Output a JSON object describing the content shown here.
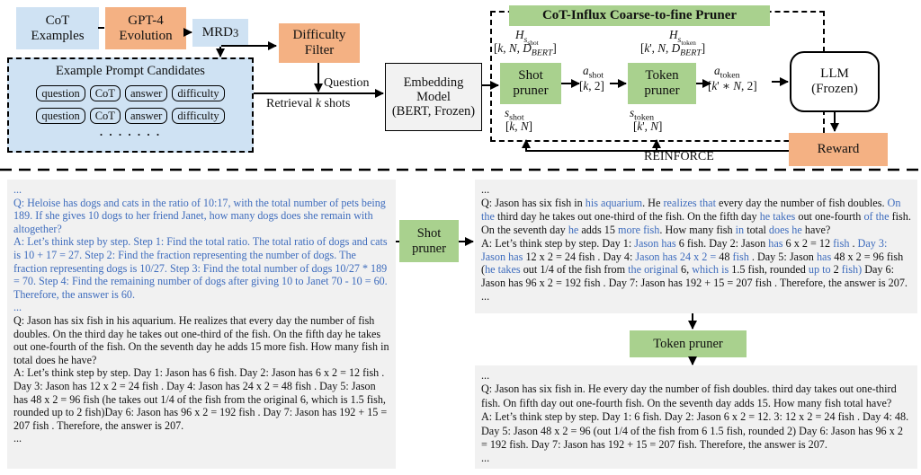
{
  "colors": {
    "blue_box": "#cfe2f3",
    "orange_box": "#f4b183",
    "green_box": "#a9d18e",
    "gray_block": "#f1f1f1",
    "blue_text": "#3e6cbd"
  },
  "top": {
    "cot_examples": "CoT\nExamples",
    "gpt4_evolution": "GPT-4\nEvolution",
    "mrd": "MRD^{3}",
    "candidates_title": "Example Prompt Candidates",
    "candidate_fields": [
      "question",
      "CoT",
      "answer",
      "difficulty"
    ],
    "candidates_dots": ". . . . . . .",
    "difficulty_filter": "Difficulty\nFilter",
    "question_label": "Question",
    "retrieval_label": "Retrieval *k* shots",
    "embedding_model": "Embedding\nModel\n(BERT, Frozen)",
    "pruner_title": "CoT-Influx Coarse-to-fine Pruner",
    "shot_pruner": "Shot\npruner",
    "token_pruner": "Token\npruner",
    "h_shot": "*H*_{*s*_{shot}}",
    "h_shot_dims": "[*k*, *N*, *D*_{*BERT*}]",
    "a_shot": "*a*_{shot}",
    "a_shot_dims": "[*k*, 2]",
    "s_shot": "*s*_{shot}",
    "s_shot_dims": "[*k*, *N*]",
    "h_token": "*H*_{*s*_{token}}",
    "h_token_dims": "[*k*', *N*, *D*_{*BERT*}]",
    "a_token": "*a*_{token}",
    "a_token_dims": "[*k*' ∗ *N*, 2]",
    "s_token": "*s*_{token}",
    "s_token_dims": "[*k*', *N*]",
    "llm": "LLM\n(Frozen)",
    "reward": "Reward",
    "reinforce": "REINFORCE"
  },
  "bottom": {
    "shot_pruner": "Shot\npruner",
    "token_pruner": "Token pruner",
    "left_block": [
      [
        {
          "t": "...",
          "c": "b"
        }
      ],
      [
        {
          "t": "Q: Heloise has dogs and cats in the ratio of 10:17, with the total number of pets being 189. If she gives 10 dogs to her friend Janet, how many dogs does she remain with altogether?",
          "c": "b"
        }
      ],
      [
        {
          "t": "A: Let’s think step by step. Step 1: Find the total ratio. The total ratio of dogs and cats is 10 + 17 = 27. Step 2: Find the fraction representing the number of dogs. The fraction representing dogs is 10/27. Step 3: Find the total number of dogs 10/27 * 189 = 70. Step 4: Find the remaining number of dogs after giving 10 to Janet 70 - 10 = 60. Therefore, the answer is 60.",
          "c": "b"
        }
      ],
      [
        {
          "t": "...",
          "c": "b"
        }
      ],
      [
        {
          "t": "Q: Jason has six fish in his aquarium. He realizes that every day the number of fish doubles. On the third day he takes out one-third of the fish. On the fifth day he takes out one-fourth of the fish. On the seventh day he adds 15 more fish. How many fish in total does he have?",
          "c": "k"
        }
      ],
      [
        {
          "t": "A: Let’s think step by step. Day 1: Jason has 6 fish. Day 2: Jason has 6 x 2 = 12 fish . Day 3: Jason has 12 x 2 = 24 fish . Day 4: Jason has 24 x 2 = 48 fish . Day 5: Jason has 48 x 2 = 96 fish (he takes out 1/4 of the fish from the original 6, which is 1.5 fish, rounded up to 2 fish)Day 6: Jason has 96 x 2 = 192 fish . Day 7: Jason has 192 + 15 = 207 fish . Therefore, the answer is 207.",
          "c": "k"
        }
      ],
      [
        {
          "t": "...",
          "c": "k"
        }
      ]
    ],
    "right_top_block": [
      [
        {
          "t": "...",
          "c": "k"
        }
      ],
      [
        {
          "t": "Q: Jason has six fish in ",
          "c": "k"
        },
        {
          "t": "his aquarium",
          "c": "b"
        },
        {
          "t": ". He ",
          "c": "k"
        },
        {
          "t": "realizes that",
          "c": "b"
        },
        {
          "t": " every day the number of fish doubles. ",
          "c": "k"
        },
        {
          "t": "On the",
          "c": "b"
        },
        {
          "t": " third day he takes out one-third of the fish. On the fifth day ",
          "c": "k"
        },
        {
          "t": "he takes",
          "c": "b"
        },
        {
          "t": " out one-fourth ",
          "c": "k"
        },
        {
          "t": "of the",
          "c": "b"
        },
        {
          "t": " fish. On the seventh day ",
          "c": "k"
        },
        {
          "t": "he",
          "c": "b"
        },
        {
          "t": " adds 15 ",
          "c": "k"
        },
        {
          "t": "more fish",
          "c": "b"
        },
        {
          "t": ". How many fish ",
          "c": "k"
        },
        {
          "t": "in",
          "c": "b"
        },
        {
          "t": " total ",
          "c": "k"
        },
        {
          "t": "does he",
          "c": "b"
        },
        {
          "t": " have?",
          "c": "k"
        }
      ],
      [
        {
          "t": "A: Let’s think step by step. Day 1: ",
          "c": "k"
        },
        {
          "t": "Jason has",
          "c": "b"
        },
        {
          "t": " 6 fish. Day 2: Jason ",
          "c": "k"
        },
        {
          "t": "has",
          "c": "b"
        },
        {
          "t": " 6 x 2 = 12 ",
          "c": "k"
        },
        {
          "t": "fish",
          "c": "b"
        },
        {
          "t": " . ",
          "c": "k"
        },
        {
          "t": "Day 3: Jason has",
          "c": "b"
        },
        {
          "t": " 12 x 2 = 24 fish . Day 4: ",
          "c": "k"
        },
        {
          "t": "Jason has 24 x 2 = ",
          "c": "b"
        },
        {
          "t": "48 ",
          "c": "k"
        },
        {
          "t": "fish",
          "c": "b"
        },
        {
          "t": " . Day 5: Jason ",
          "c": "k"
        },
        {
          "t": "has",
          "c": "b"
        },
        {
          "t": " 48 x 2 = 96 fish (",
          "c": "k"
        },
        {
          "t": "he takes",
          "c": "b"
        },
        {
          "t": " out 1/4 of the fish from ",
          "c": "k"
        },
        {
          "t": "the original",
          "c": "b"
        },
        {
          "t": " 6, ",
          "c": "k"
        },
        {
          "t": "which is",
          "c": "b"
        },
        {
          "t": " 1.5 fish, rounded ",
          "c": "k"
        },
        {
          "t": "up to",
          "c": "b"
        },
        {
          "t": " 2 ",
          "c": "k"
        },
        {
          "t": "fish)",
          "c": "b"
        },
        {
          "t": " Day 6: Jason has 96 x 2 = 192 fish . Day 7: Jason has 192 + 15 = 207 fish . Therefore, the answer is 207.",
          "c": "k"
        }
      ],
      [
        {
          "t": "...",
          "c": "k"
        }
      ]
    ],
    "right_bottom_block": [
      [
        {
          "t": "...",
          "c": "k"
        }
      ],
      [
        {
          "t": "Q: Jason has six fish in. He every day the number of fish doubles. third day takes out one-third fish. On fifth day out one-fourth fish. On the seventh day adds 15. How many fish total have?",
          "c": "k"
        }
      ],
      [
        {
          "t": "A: Let’s think step by step. Day 1: 6 fish. Day 2: Jason 6 x 2 = 12. 3: 12 x 2 = 24 fish . Day 4: 48. Day 5: Jason 48 x 2 = 96 (out 1/4 of the fish from 6 1.5 fish, rounded 2) Day 6: Jason has 96 x 2 = 192 fish. Day 7: Jason has 192 + 15 = 207 fish. Therefore, the answer is 207.",
          "c": "k"
        }
      ],
      [
        {
          "t": "...",
          "c": "k"
        }
      ]
    ]
  }
}
